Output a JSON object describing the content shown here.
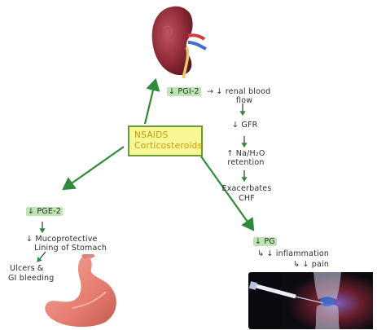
{
  "drugs": {
    "line1": "NSAIDS",
    "line2": "Corticosteroids"
  },
  "kidney_branch": {
    "pgi2": "↓ PGI-2",
    "renal_line1": "→ ↓ renal blood",
    "renal_line2": "flow",
    "gfr": "↓ GFR",
    "retention_line1": "↑ Na/H₂O",
    "retention_line2": "retention",
    "chf_line1": "Exacerbates",
    "chf_line2": "CHF"
  },
  "stomach_branch": {
    "pge2": "↓ PGE-2",
    "muco_line1": "↓ Mucoprotective",
    "muco_line2": "Lining of Stomach",
    "ulcers_line1": "Ulcers &",
    "ulcers_line2": "GI bleeding"
  },
  "joint_branch": {
    "pg": "↓ PG",
    "inflammation": "↳ ↓ inflammation",
    "pain": "↳ ↓ pain"
  },
  "colors": {
    "arrow": "#2e8b3a",
    "box_fill": "#f7f797",
    "box_border": "#6b9a33",
    "box_text": "#c59a06",
    "highlight": "#86ce74"
  },
  "images": {
    "kidney": "kidney-illustration",
    "stomach": "stomach-illustration",
    "joint": "knee-injection-xray"
  }
}
